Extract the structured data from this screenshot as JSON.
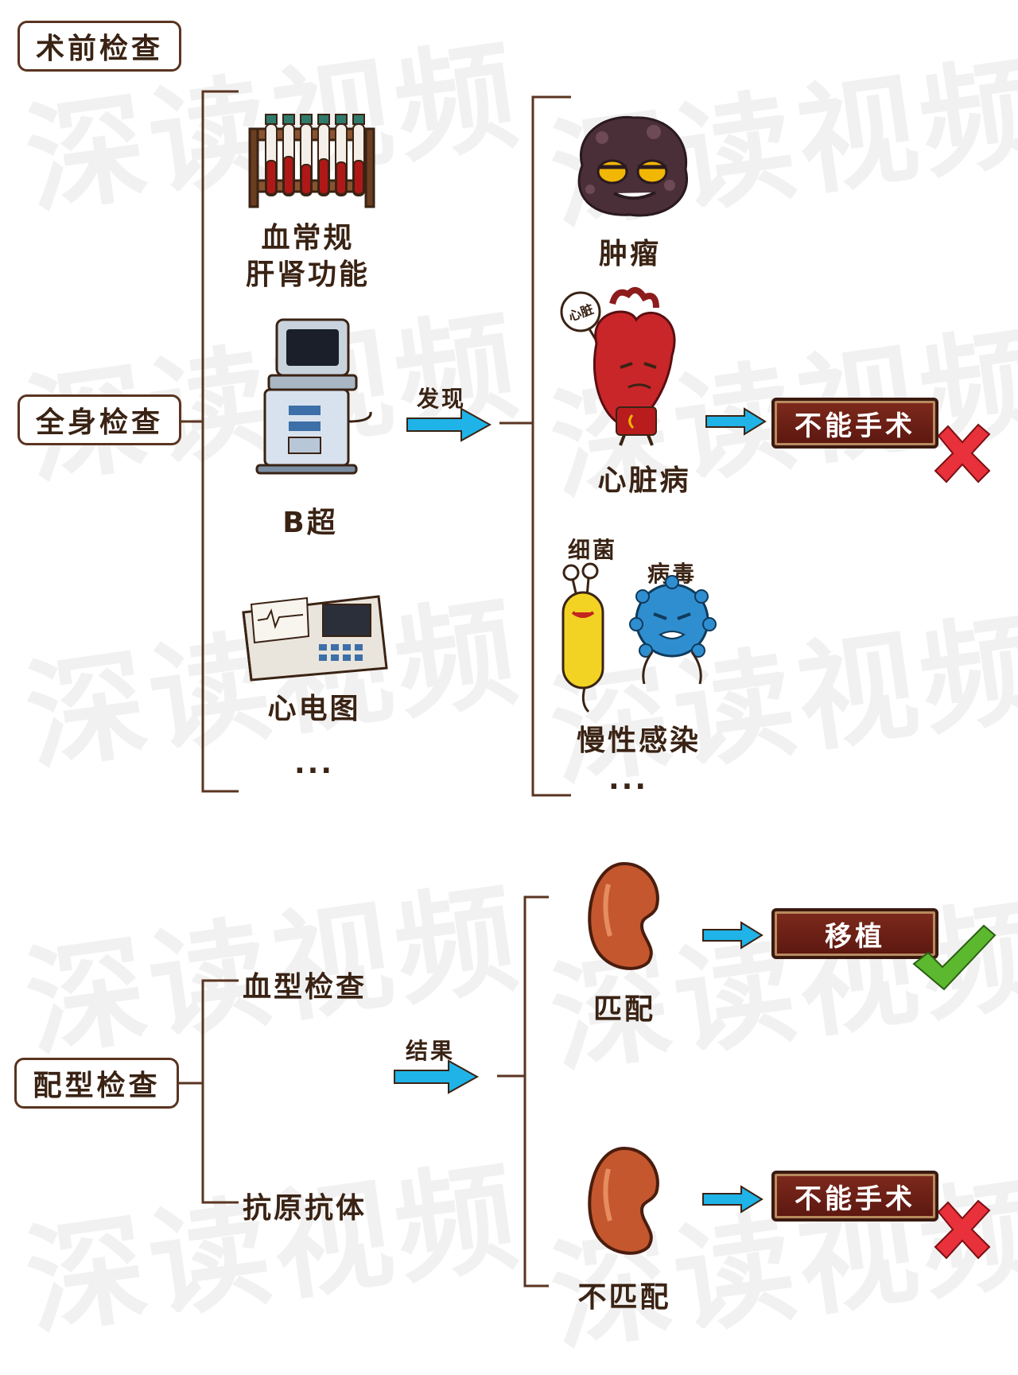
{
  "watermark": "深读视频",
  "section1": {
    "title": "术前检查",
    "root": "全身检查",
    "tests": [
      {
        "label_line1": "血常规",
        "label_line2": "肝肾功能",
        "icon": "test-tubes-icon"
      },
      {
        "label": "B超",
        "icon": "ultrasound-machine-icon"
      },
      {
        "label": "心电图",
        "icon": "ecg-machine-icon"
      },
      {
        "label": "..."
      }
    ],
    "arrow_label": "发现",
    "findings": [
      {
        "label": "肿瘤",
        "icon": "tumor-icon"
      },
      {
        "label": "心脏病",
        "tag": "心脏",
        "icon": "heart-icon"
      },
      {
        "label": "慢性感染",
        "sub1": "细菌",
        "sub2": "病毒",
        "icon": "microbe-icon"
      },
      {
        "label": "..."
      }
    ],
    "outcome": {
      "label": "不能手术",
      "mark": "x-mark-icon"
    }
  },
  "section2": {
    "root": "配型检查",
    "tests": [
      {
        "label": "血型检查"
      },
      {
        "label": "抗原抗体"
      }
    ],
    "arrow_label": "结果",
    "results": [
      {
        "label": "匹配",
        "outcome": "移植",
        "mark": "check-mark-icon"
      },
      {
        "label": "不匹配",
        "outcome": "不能手术",
        "mark": "x-mark-icon"
      }
    ]
  },
  "colors": {
    "brown": "#5a3420",
    "arrow": "#1fb3e8",
    "plaque": "#6b1f14",
    "x": "#e8313a",
    "check": "#5cb82e"
  }
}
